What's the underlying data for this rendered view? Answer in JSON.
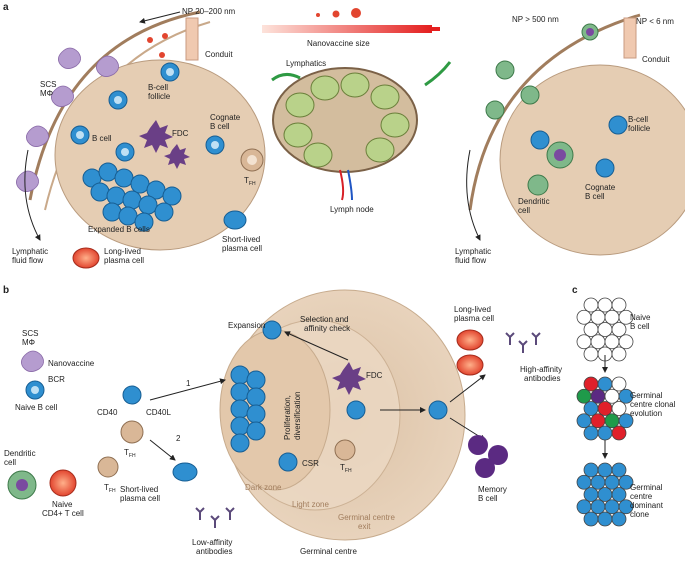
{
  "panels": {
    "a": "a",
    "b": "b",
    "c": "c"
  },
  "panel_a": {
    "np_small": "NP 20–200 nm",
    "size_bar": "Nanovaccine size",
    "conduit": "Conduit",
    "scs_line1": "SCS",
    "scs_line2": "MΦ",
    "bcell_follicle_1": "B-cell",
    "bcell_follicle_2": "follicle",
    "b_cell": "B cell",
    "fdc": "FDC",
    "cognate_1": "Cognate",
    "cognate_2": "B cell",
    "tfh": "T",
    "tfh_sub": "FH",
    "expanded": "Expanded B cells",
    "lymph_flow_1": "Lymphatic",
    "lymph_flow_2": "fluid flow",
    "long_lived_1": "Long-lived",
    "long_lived_2": "plasma cell",
    "short_lived_1": "Short-lived",
    "short_lived_2": "plasma cell",
    "lymphatics": "Lymphatics",
    "lymph_node": "Lymph node",
    "np_large": "NP > 500 nm",
    "np_tiny": "NP < 6 nm",
    "conduit_r": "Conduit",
    "follicle_r_1": "B-cell",
    "follicle_r_2": "follicle",
    "cognate_r_1": "Cognate",
    "cognate_r_2": "B cell",
    "dendritic_1": "Dendritic",
    "dendritic_2": "cell",
    "lymph_flow_r_1": "Lymphatic",
    "lymph_flow_r_2": "fluid flow"
  },
  "panel_b": {
    "scs_1": "SCS",
    "scs_2": "MΦ",
    "nanovaccine": "Nanovaccine",
    "bcr": "BCR",
    "naive_b": "Naive B cell",
    "cd40": "CD40",
    "cd40l": "CD40L",
    "tfh": "T",
    "tfh_sub": "FH",
    "dendritic_1": "Dendritic",
    "dendritic_2": "cell",
    "naive_t_1": "Naive",
    "naive_t_2": "CD4+ T cell",
    "short_lived_1": "Short-lived",
    "short_lived_2": "plasma cell",
    "low_aff_1": "Low-affinity",
    "low_aff_2": "antibodies",
    "path_1": "1",
    "path_2": "2",
    "expansion": "Expansion",
    "selection_1": "Selection and",
    "selection_2": "affinity check",
    "prolif_1": "Proliferation,",
    "prolif_2": "diversification",
    "fdc": "FDC",
    "csr": "CSR",
    "dark_zone": "Dark zone",
    "light_zone": "Light zone",
    "gc_exit_1": "Germinal centre",
    "gc_exit_2": "exit",
    "germinal_centre": "Germinal centre",
    "long_lived_1": "Long-lived",
    "long_lived_2": "plasma cell",
    "high_aff_1": "High-affinity",
    "high_aff_2": "antibodies",
    "memory_1": "Memory",
    "memory_2": "B cell"
  },
  "panel_c": {
    "naive_1": "Naive",
    "naive_2": "B cell",
    "clonal_1": "Germinal",
    "clonal_2": "centre clonal",
    "clonal_3": "evolution",
    "dominant_1": "Germinal",
    "dominant_2": "centre",
    "dominant_3": "dominant",
    "dominant_4": "clone"
  },
  "colors": {
    "follicle": "#e5cdb3",
    "bcell": "#2f8fd0",
    "fdc": "#6a3f86",
    "plasma": "#e2452f",
    "macrophage": "#b59ccf",
    "lymph_node_green": "#2e9a43",
    "clone_red": "#e0202a",
    "clone_green": "#1f9a4a",
    "clone_purple": "#5b2a82"
  }
}
